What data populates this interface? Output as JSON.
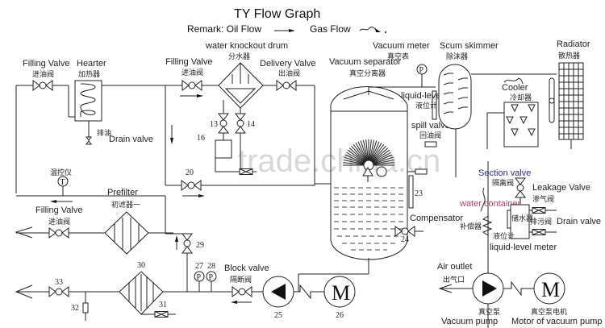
{
  "title": "TY Flow Graph",
  "remark": {
    "label": "Remark: Oil Flow",
    "gas_label": "Gas Flow"
  },
  "watermark": "trade.china.cn",
  "components": {
    "filling_valve_1": {
      "en": "Filling Valve",
      "cn": "进油阀"
    },
    "heater": {
      "en": "Hearter",
      "cn": "加热器"
    },
    "drain_valve_1": {
      "en": "Drain valve",
      "cn": "排油"
    },
    "filling_valve_2": {
      "en": "Filling Valve",
      "cn": "进油阀"
    },
    "water_knockout_drum": {
      "en": "water knockout drum",
      "cn": "分水器"
    },
    "delivery_valve": {
      "en": "Delivery Valve",
      "cn": "出油阀"
    },
    "vacuum_separator": {
      "en": "Vacuum separator",
      "cn": "真空分离器"
    },
    "vacuum_meter": {
      "en": "Vacuum meter",
      "cn": "真空表",
      "symbol": "P"
    },
    "scum_skimmer": {
      "en": "Scum skimmer",
      "cn": "除沫器"
    },
    "radiator": {
      "en": "Radiator",
      "cn": "散热器"
    },
    "cooler": {
      "en": "Cooler",
      "cn": "冷却器"
    },
    "liquid_level_meter_1": {
      "en": "liquid-level meter",
      "cn": "液位计"
    },
    "spill_valve": {
      "en": "spill valve",
      "cn": "回油阀"
    },
    "temp_controller": {
      "cn": "温控仪",
      "symbol": "T"
    },
    "prefilter": {
      "en": "Prefilter",
      "cn": "初滤器一"
    },
    "filling_valve_3": {
      "en": "Filling Valve",
      "cn": "进油阀"
    },
    "section_valve": {
      "en": "Section valve",
      "cn": "隔离阀"
    },
    "leakage_valve": {
      "en": "Leakage Valve",
      "cn": "渗气阀"
    },
    "water_container": {
      "en": "water container",
      "cn": "储水器"
    },
    "drain_valve_2": {
      "en": "Drain valve",
      "cn": "排污阀"
    },
    "compensator": {
      "en": "Compensator",
      "cn": "补偿器"
    },
    "liquid_level_meter_2": {
      "en": "liquid-level meter",
      "cn": "液位计"
    },
    "block_valve": {
      "en": "Block valve",
      "cn": "隔断阀"
    },
    "air_outlet": {
      "en": "Air outlet",
      "cn": "出气口"
    },
    "vacuum_pump": {
      "en": "Vacuum pump",
      "cn": "真空泵"
    },
    "vacuum_pump_motor": {
      "en": "Motor of vacuum pump",
      "cn": "真空泵电机",
      "symbol": "M"
    },
    "oil_pump_motor": {
      "symbol": "M"
    }
  },
  "numbers": {
    "n13": "13",
    "n14": "14",
    "n16": "16",
    "n20": "20",
    "n23": "23",
    "n24": "24",
    "n25": "25",
    "n26": "26",
    "n27": "27",
    "n28": "28",
    "n29": "29",
    "n30": "30",
    "n31": "31",
    "n32": "32",
    "n33": "33"
  },
  "gauge_symbol": "P"
}
